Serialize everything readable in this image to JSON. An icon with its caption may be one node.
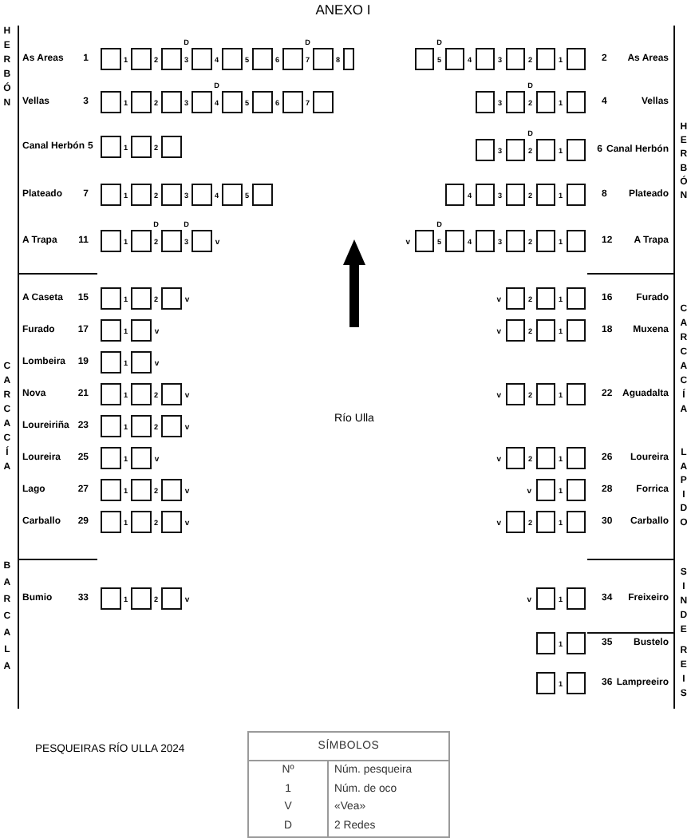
{
  "diagram": {
    "title": "ANEXO I",
    "caption": "PESQUEIRAS RÍO ULLA 2024",
    "labels": [
      "As Areas",
      "1",
      "1",
      "2",
      "D",
      "3",
      "4",
      "5",
      "6",
      "D",
      "7",
      "8",
      "D",
      "5",
      "4",
      "3",
      "2",
      "1",
      "2",
      "As Areas",
      "HERBÓN",
      "Vellas",
      "3",
      "1",
      "2",
      "3",
      "D",
      "4",
      "5",
      "6",
      "7",
      "3",
      "D",
      "2",
      "1",
      "4",
      "Vellas",
      "HERBÓN",
      "Canal Herbón",
      "5",
      "1",
      "2",
      "3",
      "D",
      "2",
      "1",
      "6",
      "Canal Herbón",
      "Plateado",
      "7",
      "1",
      "2",
      "3",
      "4",
      "5",
      "4",
      "3",
      "2",
      "1",
      "8",
      "Plateado",
      "A Trapa",
      "11",
      "1",
      "D",
      "2",
      "D",
      "3",
      "v",
      "v",
      "D",
      "5",
      "4",
      "3",
      "2",
      "1",
      "12",
      "A Trapa",
      "A Caseta",
      "15",
      "1",
      "2",
      "v",
      "v",
      "2",
      "1",
      "16",
      "Furado",
      "CARCACÍA",
      "Furado",
      "17",
      "1",
      "v",
      "v",
      "2",
      "1",
      "18",
      "Muxena",
      "Lombeira",
      "19",
      "1",
      "v",
      "CARCACÍA",
      "Nova",
      "21",
      "1",
      "2",
      "v",
      "v",
      "2",
      "1",
      "22",
      "Aguadalta",
      "Loureiriña",
      "23",
      "1",
      "2",
      "v",
      "Río Ulla",
      "LAPIDO",
      "Loureira",
      "25",
      "1",
      "v",
      "v",
      "2",
      "1",
      "26",
      "Loureira",
      "Lago",
      "27",
      "1",
      "2",
      "v",
      "v",
      "1",
      "28",
      "Forrica",
      "Carballo",
      "29",
      "1",
      "2",
      "v",
      "v",
      "2",
      "1",
      "30",
      "Carballo",
      "BARCALA",
      "SINDE REIS",
      "Bumio",
      "33",
      "1",
      "2",
      "v",
      "v",
      "1",
      "34",
      "Freixeiro",
      "1",
      "35",
      "Bustelo",
      "1",
      "36",
      "Lampreeiro",
      "SÍMBOLOS",
      "Nº",
      "Núm. pesqueira",
      "1",
      "Núm. de oco",
      "V",
      "«Vea»",
      "D",
      "2 Redes"
    ]
  }
}
